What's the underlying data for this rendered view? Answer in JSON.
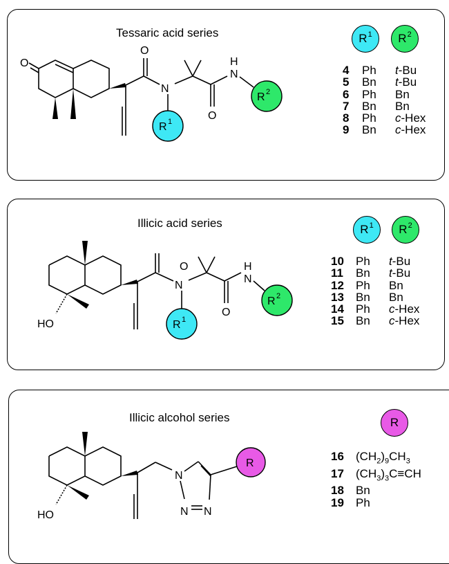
{
  "panels": [
    {
      "title": "Tessaric acid series",
      "badges": [
        {
          "label": "R",
          "sup": "1",
          "color": "#3ee8f5"
        },
        {
          "label": "R",
          "sup": "2",
          "color": "#2ee86a"
        }
      ],
      "rows": [
        {
          "num": "4",
          "r1": "Ph",
          "r2": "t-Bu"
        },
        {
          "num": "5",
          "r1": "Bn",
          "r2": "t-Bu"
        },
        {
          "num": "6",
          "r1": "Ph",
          "r2": "Bn"
        },
        {
          "num": "7",
          "r1": "Bn",
          "r2": "Bn"
        },
        {
          "num": "8",
          "r1": "Ph",
          "r2": "c-Hex"
        },
        {
          "num": "9",
          "r1": "Bn",
          "r2": "c-Hex"
        }
      ],
      "structure_labels": {
        "oxygen_ketone": "O",
        "oxygen_amide": "O",
        "oxygen_amide2": "O",
        "nitrogen": "N",
        "nh": "N",
        "h": "H",
        "r1": "R",
        "r1_sup": "1",
        "r2": "R",
        "r2_sup": "2"
      }
    },
    {
      "title": "Illicic acid series",
      "badges": [
        {
          "label": "R",
          "sup": "1",
          "color": "#3ee8f5"
        },
        {
          "label": "R",
          "sup": "2",
          "color": "#2ee86a"
        }
      ],
      "rows": [
        {
          "num": "10",
          "r1": "Ph",
          "r2": "t-Bu"
        },
        {
          "num": "11",
          "r1": "Bn",
          "r2": "t-Bu"
        },
        {
          "num": "12",
          "r1": "Ph",
          "r2": "Bn"
        },
        {
          "num": "13",
          "r1": "Bn",
          "r2": "Bn"
        },
        {
          "num": "14",
          "r1": "Ph",
          "r2": "c-Hex"
        },
        {
          "num": "15",
          "r1": "Bn",
          "r2": "c-Hex"
        }
      ],
      "structure_labels": {
        "hydroxyl": "HO",
        "oxygen_amide": "O",
        "oxygen_amide2": "O",
        "nitrogen": "N",
        "nh": "N",
        "h": "H",
        "r1": "R",
        "r1_sup": "1",
        "r2": "R",
        "r2_sup": "2"
      }
    },
    {
      "title": "Illicic alcohol series",
      "badges": [
        {
          "label": "R",
          "color": "#e85ae6"
        }
      ],
      "rows": [
        {
          "num": "16",
          "r": "(CH2)9CH3",
          "parts": [
            "(CH",
            "2",
            ")",
            "9",
            "CH",
            "3",
            ""
          ]
        },
        {
          "num": "17",
          "r": "(CH3)3C≡CH",
          "parts": [
            "(CH",
            "3",
            ")",
            "3",
            "C≡CH",
            "",
            ""
          ]
        },
        {
          "num": "18",
          "r": "Bn"
        },
        {
          "num": "19",
          "r": "Ph"
        }
      ],
      "structure_labels": {
        "hydroxyl": "HO",
        "n1": "N",
        "n2": "N",
        "n3": "N",
        "r": "R"
      }
    }
  ]
}
